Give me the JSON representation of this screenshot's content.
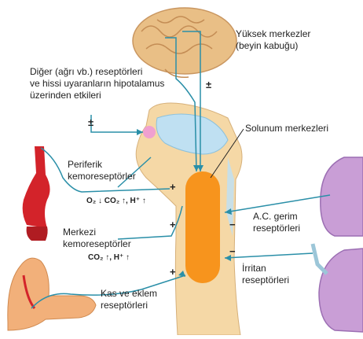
{
  "labels": {
    "higher_centers": [
      "Yüksek merkezler",
      "(beyin kabuğu)"
    ],
    "other_receptors": [
      "Diğer (ağrı vb.) reseptörleri",
      "ve hissi uyaranların hipotalamus",
      "üzerinden etkileri"
    ],
    "respiratory_centers": "Solunum merkezleri",
    "peripheral": [
      "Periferik",
      "kemoreseptörler"
    ],
    "peripheral_stimuli": "O₂ ↓ CO₂ ↑, H⁺ ↑",
    "central": [
      "Merkezi",
      "kemoreseptörler"
    ],
    "central_stimuli": "CO₂ ↑, H⁺ ↑",
    "stretch": [
      "A.C. gerim",
      "reseptörleri"
    ],
    "irritant": [
      "İrritan",
      "reseptörleri"
    ],
    "muscle_joint": [
      "Kas ve eklem",
      "reseptörleri"
    ]
  },
  "signs": {
    "cortex": "±",
    "hypothalamus": "±",
    "peripheral": "+",
    "central": "+",
    "muscle": "+",
    "stretch": "−",
    "irritant": "−"
  },
  "colors": {
    "brain": "#e9bf86",
    "brainstem": "#f5d8a6",
    "fourth_ventricle": "#bfe0f2",
    "respiratory_center": "#f7941d",
    "nerve_line": "#2a8fa8",
    "lung": "#c99ed6",
    "artery": "#d3232a",
    "hypothalamus": "#f0a0d0",
    "arm": "#f2b07a"
  }
}
